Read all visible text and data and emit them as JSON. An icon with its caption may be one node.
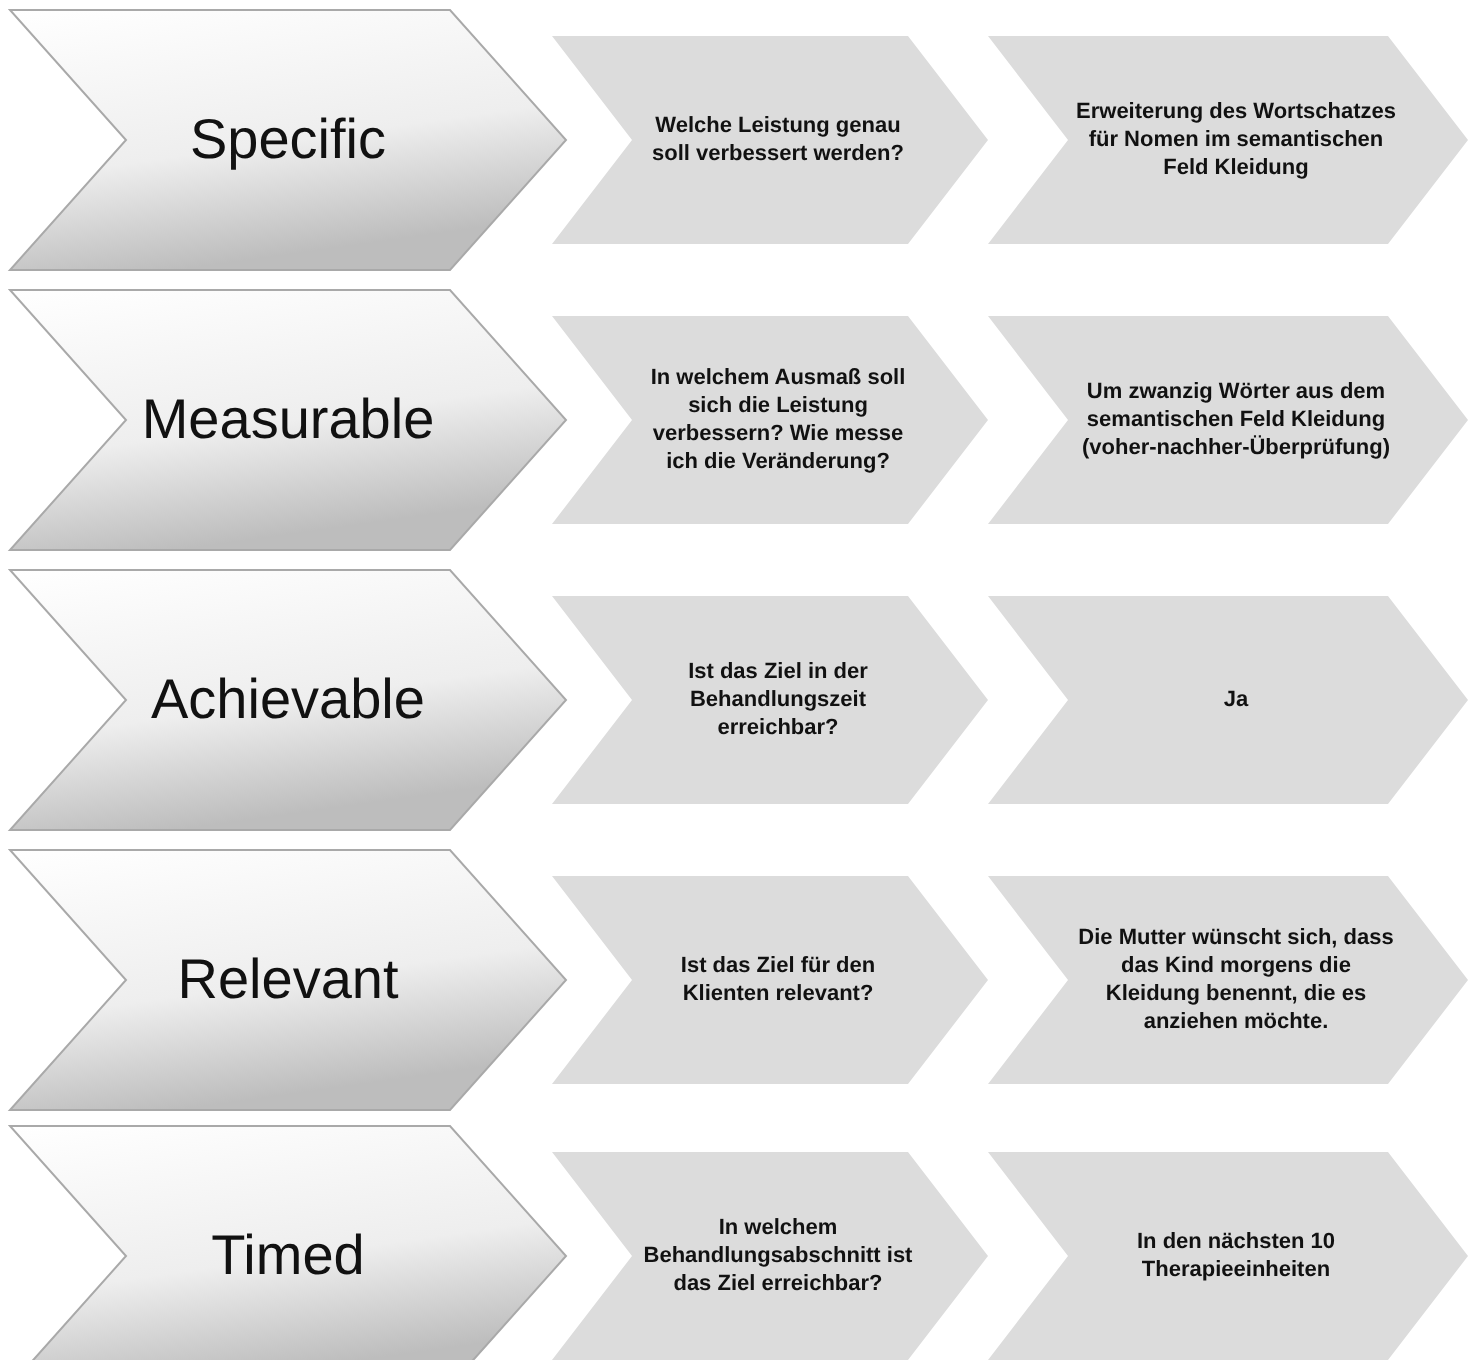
{
  "diagram": {
    "nodes": [
      {
        "text": [
          "Specific"
        ]
      },
      {
        "text": [
          "Welche Leistung genau soll verbessert werden?"
        ]
      },
      {
        "text": [
          "Erweiterung des Wortschatzes für Nomen im semantischen Feld Kleidung"
        ]
      },
      {
        "text": [
          "Measurable"
        ]
      },
      {
        "text": [
          "In welchem Ausmaß soll sich die Leistung verbessern? Wie messe ich die Veränderung?"
        ]
      },
      {
        "text": [
          "Um zwanzig Wörter aus dem semantischen Feld Kleidung (voher-nachher-Überprüfung)"
        ]
      },
      {
        "text": [
          "Achievable"
        ]
      },
      {
        "text": [
          "Ist das Ziel in der Behandlungszeit erreichbar?"
        ]
      },
      {
        "text": [
          "Ja"
        ]
      },
      {
        "text": [
          "Relevant"
        ]
      },
      {
        "text": [
          "Ist das Ziel für den Klienten relevant?"
        ]
      },
      {
        "text": [
          "Die Mutter wünscht sich, dass das Kind morgens die Kleidung benennt, die es anziehen möchte."
        ]
      },
      {
        "text": [
          "Timed"
        ]
      },
      {
        "text": [
          "In welchem Behandlungsabschnitt ist das Ziel erreichbar?"
        ]
      },
      {
        "text": [
          "In den nächsten 10 Therapieeinheiten"
        ]
      }
    ]
  }
}
